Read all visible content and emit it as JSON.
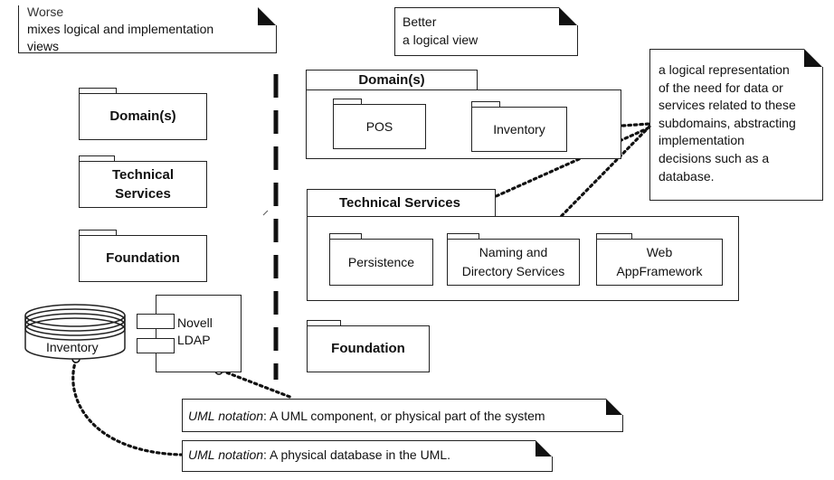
{
  "notes": {
    "worse": {
      "line1": "Worse",
      "line2": "mixes logical and implementation",
      "line3": "views"
    },
    "better": {
      "line1": "Better",
      "line2": "a logical view"
    },
    "logical_rep": {
      "lines": [
        "a logical representation",
        "of the need for data or",
        "services related to these",
        "subdomains, abstracting",
        "implementation",
        "decisions such as a",
        "database."
      ]
    },
    "uml_component": {
      "italic": "UML notation",
      "rest": ": A UML component, or physical part of the system"
    },
    "uml_database": {
      "italic": "UML notation",
      "rest": ": A physical database in the UML."
    }
  },
  "left_packages": {
    "domains": "Domain(s)",
    "technical_services_1": "Technical",
    "technical_services_2": "Services",
    "foundation": "Foundation"
  },
  "left_physical": {
    "database_label": "Inventory",
    "component_line1": "Novell",
    "component_line2": "LDAP"
  },
  "right_packages": {
    "domains": {
      "title": "Domain(s)",
      "pos": "POS",
      "inventory": "Inventory"
    },
    "technical_services": {
      "title": "Technical Services",
      "persistence": "Persistence",
      "naming_1": "Naming and",
      "naming_2": "Directory Services",
      "web_1": "Web",
      "web_2": "AppFramework"
    },
    "foundation": "Foundation"
  }
}
